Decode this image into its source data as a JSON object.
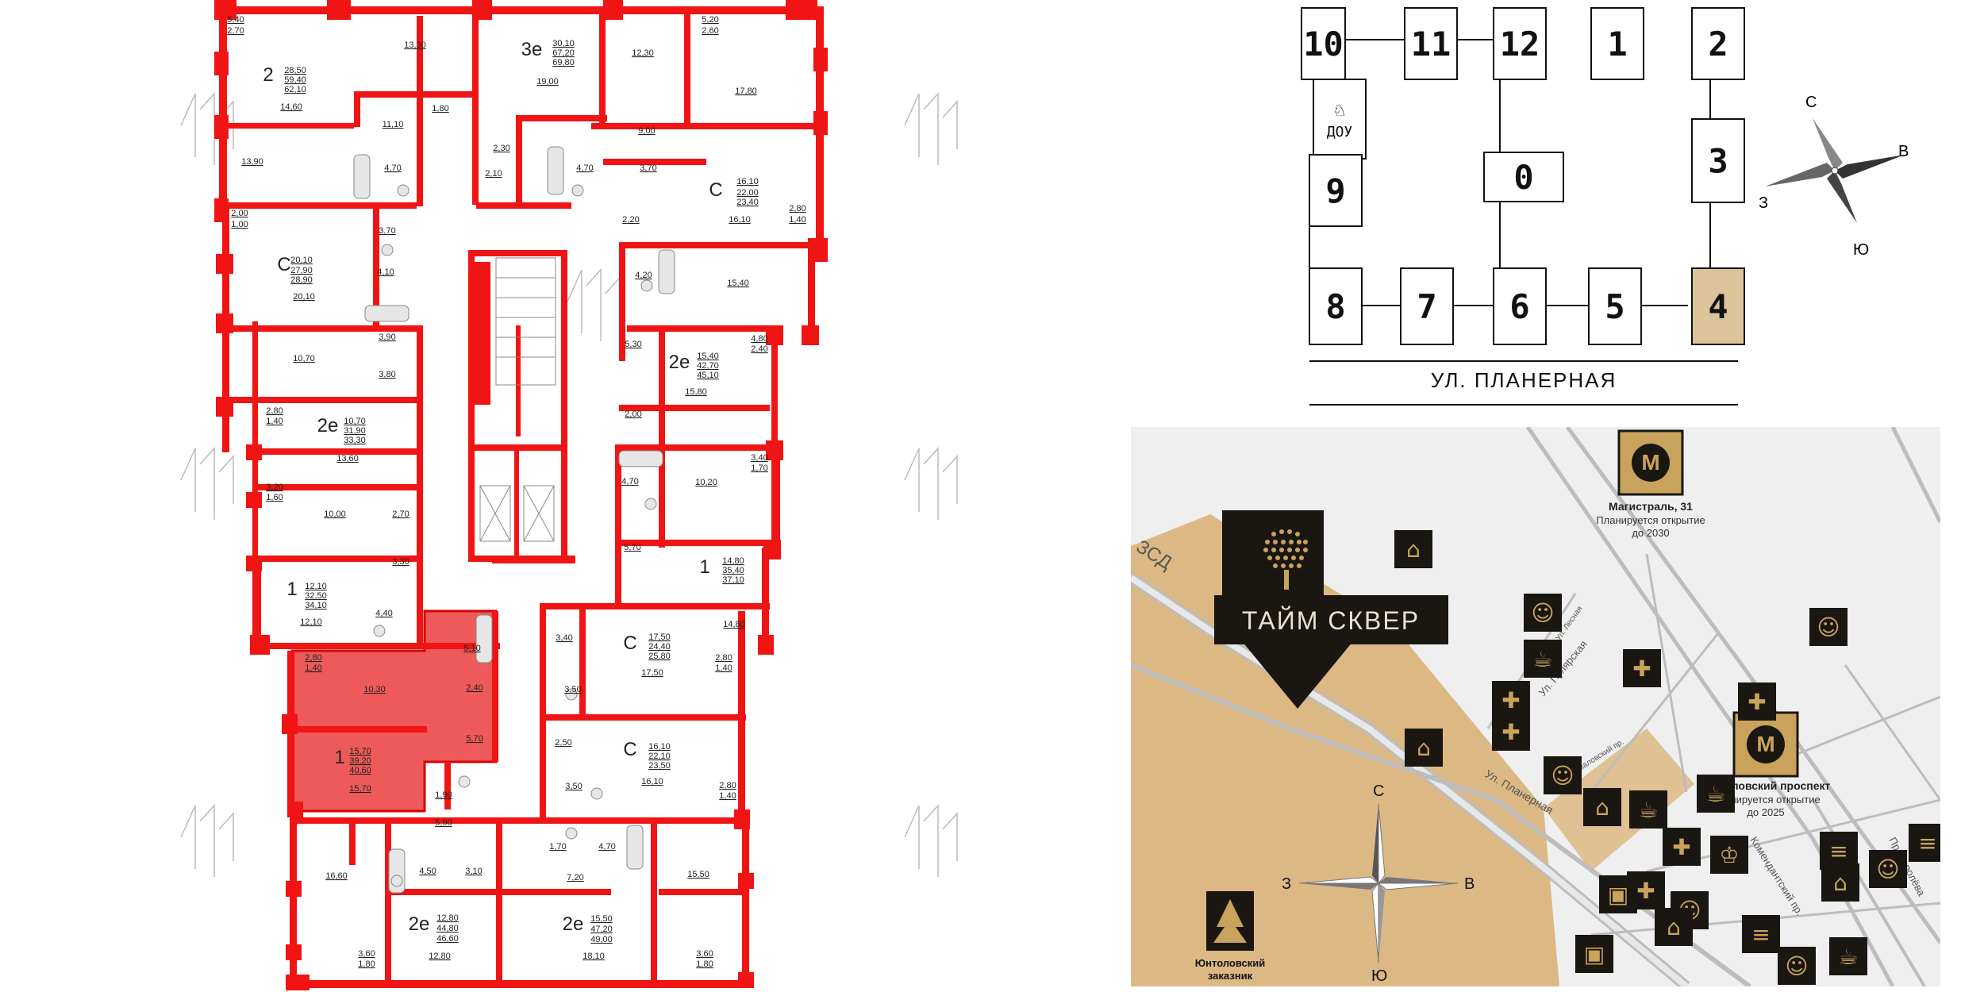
{
  "colors": {
    "wall": "#f01414",
    "selected_fill": "#ee5a5a",
    "selected_wall": "#e01010",
    "highlight_building": "#dcc39a",
    "map_brown": "#dcb884",
    "map_dark": "#1a1612",
    "map_gold": "#c9a35b"
  },
  "floorplan": {
    "rooms": [
      {
        "label": "5,40"
      },
      {
        "label": "2,70"
      },
      {
        "label": "13,30"
      },
      {
        "label": "30,10"
      },
      {
        "label": "67,20"
      },
      {
        "label": "69,80"
      },
      {
        "label": "3е"
      },
      {
        "label": "12,30"
      },
      {
        "label": "5,20"
      },
      {
        "label": "2,60"
      },
      {
        "label": "2"
      },
      {
        "label": "28,50"
      },
      {
        "label": "59,40"
      },
      {
        "label": "62,10"
      },
      {
        "label": "14,60"
      },
      {
        "label": "19,00"
      },
      {
        "label": "17,80"
      },
      {
        "label": "1,80"
      },
      {
        "label": "11,10"
      },
      {
        "label": "9,00"
      },
      {
        "label": "2,30"
      },
      {
        "label": "13,90"
      },
      {
        "label": "4,70"
      },
      {
        "label": "2,10"
      },
      {
        "label": "4,70"
      },
      {
        "label": "3,70"
      },
      {
        "label": "С"
      },
      {
        "label": "16,10"
      },
      {
        "label": "22,00"
      },
      {
        "label": "23,40"
      },
      {
        "label": "2,80"
      },
      {
        "label": "1,40"
      },
      {
        "label": "16,10"
      },
      {
        "label": "2,00"
      },
      {
        "label": "1,00"
      },
      {
        "label": "3,70"
      },
      {
        "label": "2,20"
      },
      {
        "label": "С"
      },
      {
        "label": "20,10"
      },
      {
        "label": "27,90"
      },
      {
        "label": "28,90"
      },
      {
        "label": "4,10"
      },
      {
        "label": "4,20"
      },
      {
        "label": "15,40"
      },
      {
        "label": "20,10"
      },
      {
        "label": "3,90"
      },
      {
        "label": "10,70"
      },
      {
        "label": "3,80"
      },
      {
        "label": "5,30"
      },
      {
        "label": "2е"
      },
      {
        "label": "15,40"
      },
      {
        "label": "42,70"
      },
      {
        "label": "45,10"
      },
      {
        "label": "4,80"
      },
      {
        "label": "2,40"
      },
      {
        "label": "15,80"
      },
      {
        "label": "2,80"
      },
      {
        "label": "1,40"
      },
      {
        "label": "2е"
      },
      {
        "label": "10,70"
      },
      {
        "label": "31,90"
      },
      {
        "label": "33,30"
      },
      {
        "label": "2,00"
      },
      {
        "label": "13,60"
      },
      {
        "label": "3,40"
      },
      {
        "label": "1,70"
      },
      {
        "label": "4,70"
      },
      {
        "label": "10,20"
      },
      {
        "label": "3,20"
      },
      {
        "label": "1,60"
      },
      {
        "label": "10,00"
      },
      {
        "label": "2,70"
      },
      {
        "label": "3,30"
      },
      {
        "label": "5,70"
      },
      {
        "label": "1"
      },
      {
        "label": "14,80"
      },
      {
        "label": "35,40"
      },
      {
        "label": "37,10"
      },
      {
        "label": "14,80"
      },
      {
        "label": "1"
      },
      {
        "label": "12,10"
      },
      {
        "label": "32,50"
      },
      {
        "label": "34,10"
      },
      {
        "label": "12,10"
      },
      {
        "label": "4,40"
      },
      {
        "label": "5,10"
      },
      {
        "label": "3,40"
      },
      {
        "label": "С"
      },
      {
        "label": "17,50"
      },
      {
        "label": "24,40"
      },
      {
        "label": "25,80"
      },
      {
        "label": "2,80"
      },
      {
        "label": "1,40"
      },
      {
        "label": "10,30"
      },
      {
        "label": "2,40"
      },
      {
        "label": "3,50"
      },
      {
        "label": "17,50"
      },
      {
        "label": "2,80"
      },
      {
        "label": "1,40"
      },
      {
        "label": "5,70"
      },
      {
        "label": "2,50"
      },
      {
        "label": "С"
      },
      {
        "label": "16,10"
      },
      {
        "label": "22,10"
      },
      {
        "label": "23,50"
      },
      {
        "label": "1"
      },
      {
        "label": "15,70"
      },
      {
        "label": "39,20"
      },
      {
        "label": "40,60"
      },
      {
        "label": "15,70"
      },
      {
        "label": "3,50"
      },
      {
        "label": "16,10"
      },
      {
        "label": "2,80"
      },
      {
        "label": "1,40"
      },
      {
        "label": "1,90"
      },
      {
        "label": "5,90"
      },
      {
        "label": "1,70"
      },
      {
        "label": "4,70"
      },
      {
        "label": "16,60"
      },
      {
        "label": "4,50"
      },
      {
        "label": "3,10"
      },
      {
        "label": "7,20"
      },
      {
        "label": "15,50"
      },
      {
        "label": "2е"
      },
      {
        "label": "12,80"
      },
      {
        "label": "44,80"
      },
      {
        "label": "46,60"
      },
      {
        "label": "2е"
      },
      {
        "label": "15,50"
      },
      {
        "label": "47,20"
      },
      {
        "label": "49,00"
      },
      {
        "label": "3,60"
      },
      {
        "label": "1,80"
      },
      {
        "label": "12,80"
      },
      {
        "label": "18,10"
      },
      {
        "label": "3,60"
      },
      {
        "label": "1,80"
      }
    ]
  },
  "scheme": {
    "buildings": [
      {
        "label": "10",
        "highlighted": false
      },
      {
        "label": "11",
        "highlighted": false
      },
      {
        "label": "12",
        "highlighted": false
      },
      {
        "label": "1",
        "highlighted": false
      },
      {
        "label": "2",
        "highlighted": false
      },
      {
        "label": "ДОУ",
        "highlighted": false
      },
      {
        "label": "3",
        "highlighted": false
      },
      {
        "label": "9",
        "highlighted": false
      },
      {
        "label": "0",
        "highlighted": false
      },
      {
        "label": "8",
        "highlighted": false
      },
      {
        "label": "7",
        "highlighted": false
      },
      {
        "label": "6",
        "highlighted": false
      },
      {
        "label": "5",
        "highlighted": false
      },
      {
        "label": "4",
        "highlighted": true
      }
    ],
    "street": "УЛ. ПЛАНЕРНАЯ",
    "compass": {
      "n": "С",
      "e": "В",
      "w": "З",
      "s": "Ю"
    }
  },
  "map": {
    "logo": "ТАЙМ СКВЕР",
    "metro": [
      {
        "title": "Магистраль, 31",
        "note1": "Планируется открытие",
        "note2": "до 2030"
      },
      {
        "title": "Шуваловский проспект",
        "note1": "Планируется открытие",
        "note2": "до 2025"
      }
    ],
    "park": {
      "line1": "Юнтоловский",
      "line2": "заказник"
    },
    "roads": {
      "zsd": "ЗСД",
      "planernaya": "Ул. Планерная",
      "shuvalovsky": "Шуваловский пр.",
      "lesnaya": "Ул. Лесная",
      "pluvarskaya": "Ул. Пулярская",
      "komendantsky": "Комендантский пр.",
      "korolyova": "Пр. Королёва"
    },
    "compass": {
      "n": "С",
      "e": "В",
      "w": "З",
      "s": "Ю"
    },
    "poi_icons": [
      "school-icon",
      "kindergarten-icon",
      "cafe-icon",
      "pharmacy-icon",
      "clinic-icon",
      "gym-icon",
      "shop-icon",
      "crown-icon"
    ]
  }
}
